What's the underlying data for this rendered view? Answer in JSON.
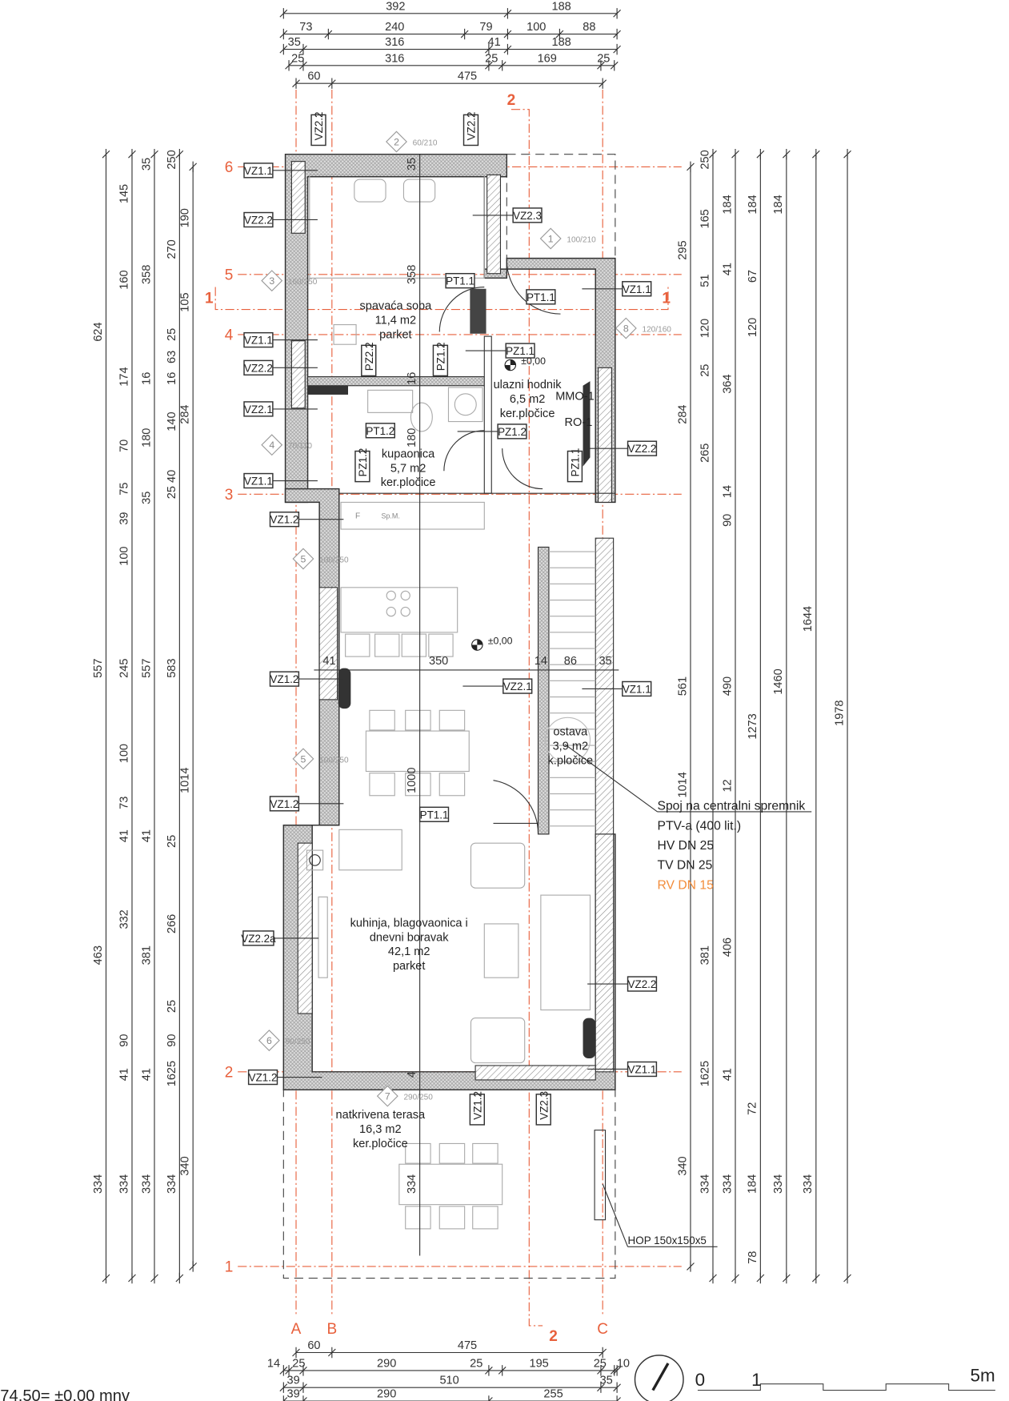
{
  "top_dims": {
    "row1": [
      "392",
      "188"
    ],
    "row2": [
      "73",
      "240",
      "79",
      "100",
      "88"
    ],
    "row3": [
      "35",
      "316",
      "41",
      "188"
    ],
    "row4": [
      "25",
      "316",
      "25",
      "169",
      "25"
    ],
    "row5": [
      "60",
      "475"
    ]
  },
  "bottom_dims": {
    "row1": [
      "60",
      "475"
    ],
    "row2": [
      "14",
      "25",
      "290",
      "25",
      "195",
      "25",
      "10"
    ],
    "row3": [
      "39",
      "510",
      "35"
    ],
    "row4": [
      "39",
      "290",
      "255"
    ]
  },
  "left_dims": {
    "col1": [
      "624",
      "557",
      "463",
      "334"
    ],
    "col2": [
      "145",
      "160",
      "174",
      "70",
      "75",
      "39",
      "100",
      "245",
      "100",
      "73",
      "41",
      "332",
      "90",
      "41",
      "334"
    ],
    "col3": [
      "35",
      "358",
      "16",
      "180",
      "35",
      "557",
      "41",
      "381",
      "41",
      "334"
    ],
    "col4": [
      "250",
      "270",
      "25",
      "63",
      "16",
      "140",
      "25 40",
      "583",
      "25",
      "266",
      "25",
      "90",
      "1625",
      "334"
    ],
    "col5": [
      "190",
      "105",
      "284",
      "1014",
      "340"
    ]
  },
  "right_dims": {
    "col1": [
      "295",
      "284",
      "561",
      "1014",
      "340"
    ],
    "col2": [
      "250",
      "165",
      "51",
      "120",
      "25",
      "265",
      "381",
      "1625",
      "334"
    ],
    "col3": [
      "184",
      "41",
      "364",
      "14",
      "90",
      "490",
      "12",
      "406",
      "41",
      "334"
    ],
    "col4": [
      "184",
      "67",
      "120",
      "1273",
      "72",
      "184",
      "78"
    ],
    "col5": [
      "184",
      "1460",
      "334"
    ],
    "col6": [
      "1644",
      "334"
    ],
    "col7": [
      "1978"
    ]
  },
  "inner_dims": [
    "41",
    "350",
    "14",
    "86",
    "35",
    "35",
    "358",
    "16",
    "180",
    "1000",
    "4",
    "334"
  ],
  "axes": {
    "horizontal": [
      "6",
      "5",
      "4",
      "3",
      "2",
      "1"
    ],
    "vertical": [
      "A",
      "B",
      "C"
    ],
    "sections": [
      "1",
      "1",
      "2",
      "2"
    ]
  },
  "rooms": [
    {
      "name": "spavaća soba",
      "area": "11,4 m2",
      "floor": "parket"
    },
    {
      "name": "ulazni hodnik",
      "area": "6,5 m2",
      "floor": "ker.pločice"
    },
    {
      "name": "kupaonica",
      "area": "5,7 m2",
      "floor": "ker.pločice"
    },
    {
      "name": "ostava",
      "area": "3,9 m2",
      "floor": "k.pločice"
    },
    {
      "name": "kuhinja, blagovaonica i",
      "name2": "dnevni boravak",
      "area": "42,1 m2",
      "floor": "parket"
    },
    {
      "name": "natkrivena terasa",
      "area": "16,3 m2",
      "floor": "ker.pločice"
    }
  ],
  "tags": [
    "VZ1.1",
    "VZ2.2",
    "VZ1.1",
    "VZ2.2",
    "VZ2.1",
    "VZ1.1",
    "VZ1.2",
    "VZ1.2",
    "VZ1.2",
    "VZ2.2a",
    "VZ1.2",
    "VZ2.3",
    "PT1.1",
    "PT1.1",
    "VZ1.1",
    "PZ1.1",
    "PZ1.2",
    "PT1.2",
    "VZ2.2",
    "VZ2.1",
    "VZ1.1",
    "PT1.1",
    "VZ2.2",
    "VZ1.1"
  ],
  "vtags": [
    "VZ2.2",
    "VZ2.2",
    "PZ2.2",
    "PZ1.2",
    "PZ1.2",
    "PZ1.1",
    "VZ1.2",
    "VZ2.3"
  ],
  "windows": [
    {
      "num": "2",
      "spec": "60/210"
    },
    {
      "num": "1",
      "spec": "100/210"
    },
    {
      "num": "3",
      "spec": "160/250"
    },
    {
      "num": "8",
      "spec": "120/160"
    },
    {
      "num": "4",
      "spec": "70/110"
    },
    {
      "num": "5",
      "spec": "100/250"
    },
    {
      "num": "5",
      "spec": "100/250"
    },
    {
      "num": "6",
      "spec": "90/250"
    },
    {
      "num": "7",
      "spec": "290/250"
    }
  ],
  "equipment": {
    "mmo": "MMO-1",
    "ro": "RO-1",
    "kitchen_f": "F",
    "kitchen_sm": "Sp.M."
  },
  "levels": [
    "±0,00",
    "±0,00"
  ],
  "note": {
    "line1": "Spoj na centralni spremnik",
    "line2": "PTV-a (400 lit.)",
    "line3": "HV DN 25",
    "line4": "TV DN 25",
    "line5": "RV DN 15",
    "line5_color": "#f28c3a"
  },
  "hop_label": "HOP 150x150x5",
  "elevation_note": "74,50= ±0,00 mnv",
  "scale": [
    "0",
    "1",
    "5m"
  ],
  "colors": {
    "axis": "#e8603c",
    "ink": "#333333"
  }
}
